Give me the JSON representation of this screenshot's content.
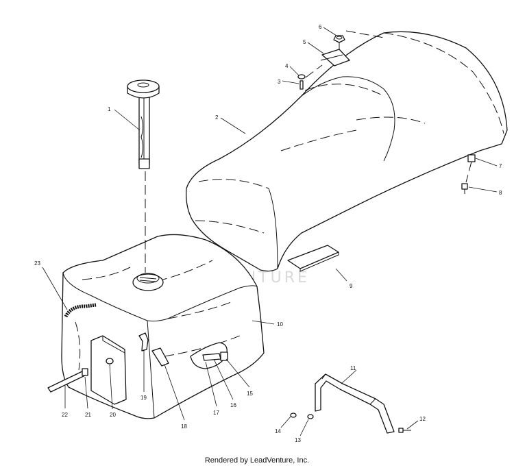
{
  "watermark": {
    "text": "LEADVENTURE"
  },
  "footer": {
    "text": "Rendered by LeadVenture, Inc."
  },
  "callouts": [
    {
      "id": "c1",
      "label": "1"
    },
    {
      "id": "c2",
      "label": "2"
    },
    {
      "id": "c3",
      "label": "3"
    },
    {
      "id": "c4",
      "label": "4"
    },
    {
      "id": "c5",
      "label": "5"
    },
    {
      "id": "c6",
      "label": "6"
    },
    {
      "id": "c7",
      "label": "7"
    },
    {
      "id": "c8",
      "label": "8"
    },
    {
      "id": "c9",
      "label": "9"
    },
    {
      "id": "c10",
      "label": "10"
    },
    {
      "id": "c11",
      "label": "11"
    },
    {
      "id": "c12",
      "label": "12"
    },
    {
      "id": "c13",
      "label": "13"
    },
    {
      "id": "c14",
      "label": "14"
    },
    {
      "id": "c15",
      "label": "15"
    },
    {
      "id": "c16",
      "label": "16"
    },
    {
      "id": "c17",
      "label": "17"
    },
    {
      "id": "c18",
      "label": "18"
    },
    {
      "id": "c19",
      "label": "19"
    },
    {
      "id": "c20",
      "label": "20"
    },
    {
      "id": "c21",
      "label": "21"
    },
    {
      "id": "c22",
      "label": "22"
    },
    {
      "id": "c23",
      "label": "23"
    }
  ]
}
